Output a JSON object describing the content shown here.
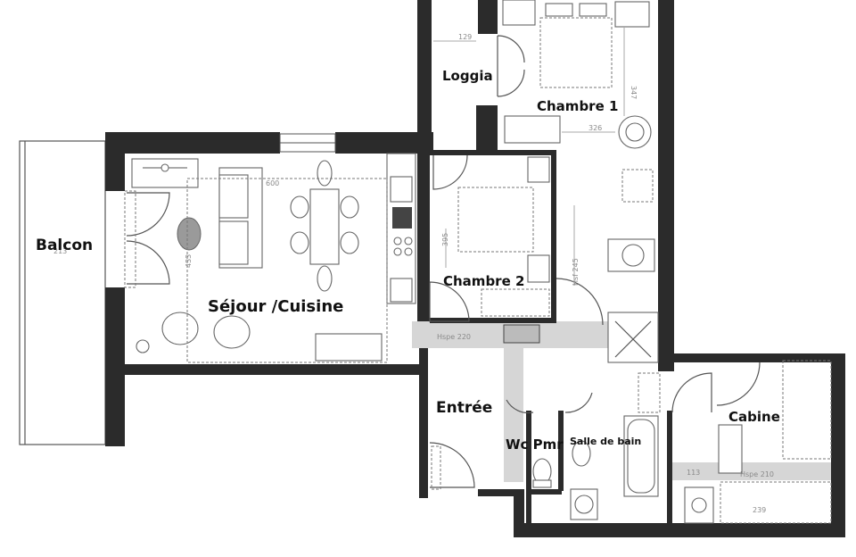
{
  "rooms": {
    "balcon": "Balcon",
    "sejour": "Séjour /Cuisine",
    "loggia": "Loggia",
    "chambre1": "Chambre 1",
    "chambre2": "Chambre 2",
    "entree": "Entrée",
    "wc": "Wc Pmr",
    "sdb": "Salle de bain",
    "cabine": "Cabine"
  },
  "dimensions": {
    "balcon_w": "213",
    "sejour_w": "600",
    "sejour_h": "433",
    "loggia_w": "129",
    "chambre1_w": "326",
    "chambre1_h": "347",
    "chambre2_h": "395",
    "hsf": "Hsf 245",
    "degagement": "Hspe 220",
    "cabine_a": "113",
    "cabine_b": "Hspe 210",
    "cabine_c": "239"
  },
  "colors": {
    "wall": "#2b2b2b",
    "circulation": "#d6d6d6"
  }
}
